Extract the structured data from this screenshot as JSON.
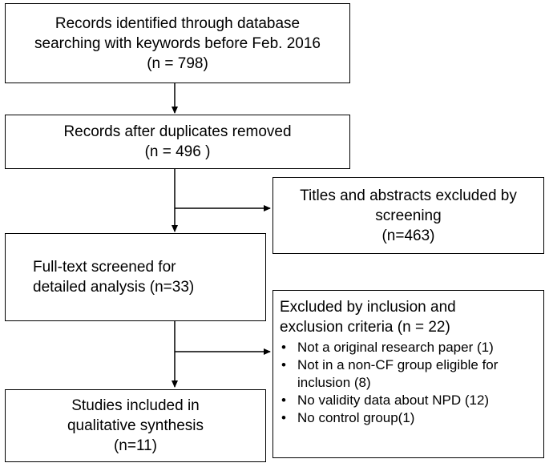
{
  "boxes": {
    "identified": {
      "lines": [
        "Records identified through database",
        "searching with keywords before Feb. 2016",
        "(n = 798)"
      ]
    },
    "duplicates": {
      "lines": [
        "Records after duplicates removed",
        "(n = 496 )"
      ]
    },
    "titles_excluded": {
      "lines": [
        "Titles and abstracts excluded by",
        "screening",
        "(n=463)"
      ]
    },
    "fulltext": {
      "lines": [
        "Full-text screened for",
        "detailed analysis (n=33)"
      ]
    },
    "criteria_excluded": {
      "heading": [
        "Excluded by inclusion and",
        "exclusion criteria  (n = 22)"
      ],
      "bullet_symbol": "•",
      "items": [
        [
          "Not a original research paper (1)"
        ],
        [
          "Not in a non-CF group eligible for",
          "inclusion (8)"
        ],
        [
          "No validity data about NPD (12)"
        ],
        [
          "No control group(1)"
        ]
      ]
    },
    "included": {
      "lines": [
        "Studies included in",
        "qualitative synthesis",
        "(n=11)"
      ]
    }
  }
}
